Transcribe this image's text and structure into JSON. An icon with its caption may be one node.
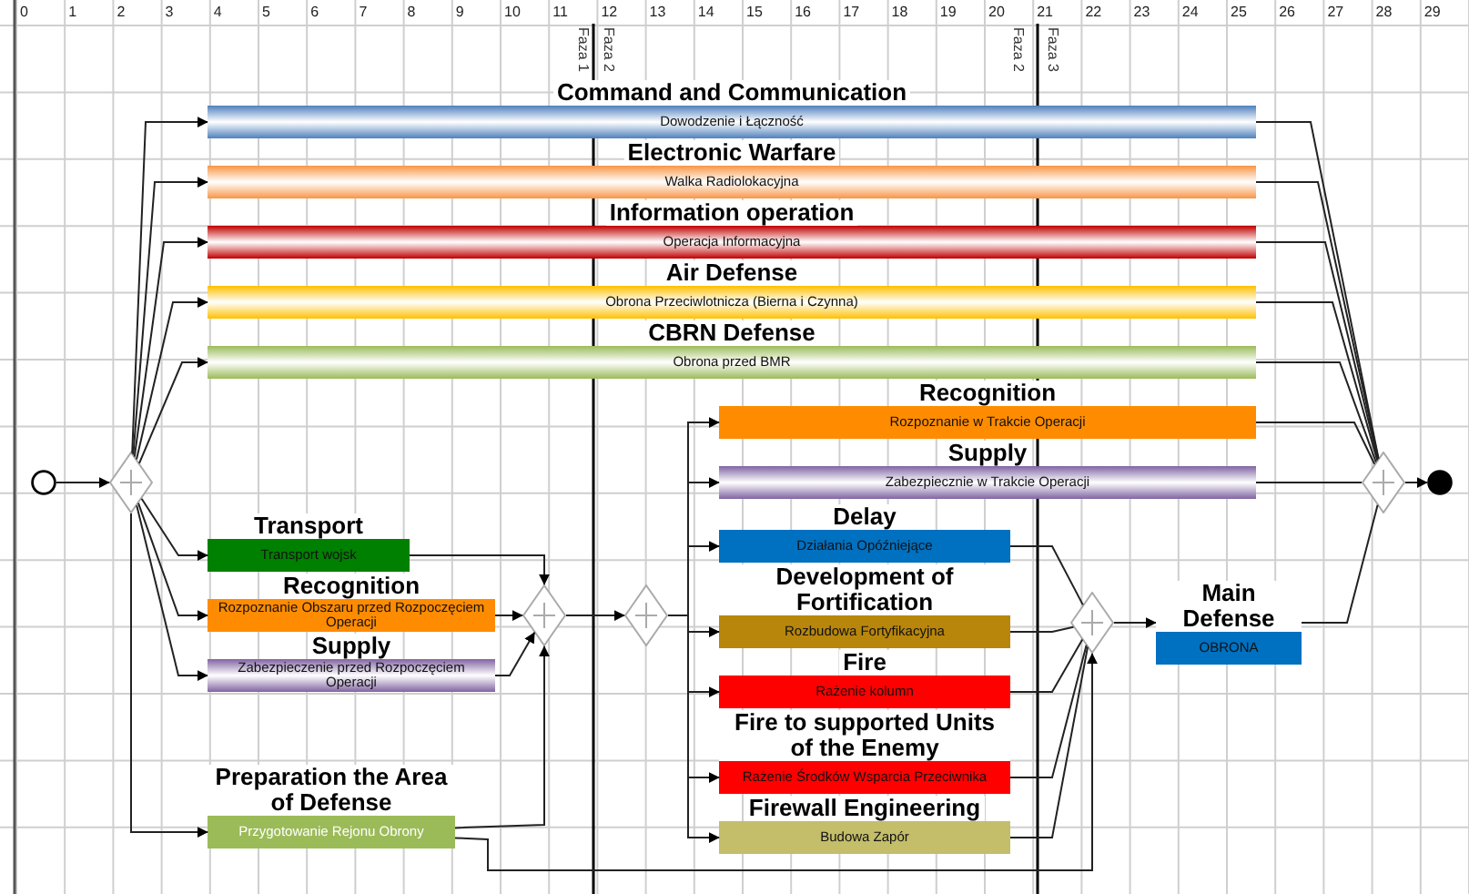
{
  "diagram": {
    "nodes": [
      {
        "text": [],
        "shape": "circle"
      },
      {
        "text": [],
        "shape": "diamond"
      },
      {
        "text": [
          "Command and Communication",
          "Dowodzenie i Łączność"
        ]
      },
      {
        "text": [
          "Electronic Warfare",
          "Walka Radiolokacyjna"
        ]
      },
      {
        "text": [
          "Information operation",
          "Operacja Informacyjna"
        ]
      },
      {
        "text": [
          "Air Defense",
          "Obrona Przeciwlotnicza (Bierna i Czynna)"
        ]
      },
      {
        "text": [
          "CBRN Defense",
          "Obrona przed BMR"
        ]
      },
      {
        "text": [
          "Transport",
          "Transport wojsk"
        ]
      },
      {
        "text": [
          "Recognition",
          "Rozpoznanie Obszaru przed Rozpoczęciem Operacji"
        ]
      },
      {
        "text": [
          "Supply",
          "Zabezpieczenie przed Rozpoczęciem Operacji"
        ]
      },
      {
        "text": [
          "Preparation the Area of Defense",
          "Przygotowanie Rejonu Obrony"
        ]
      },
      {
        "text": [],
        "shape": "diamond"
      },
      {
        "text": [],
        "shape": "diamond"
      },
      {
        "text": [
          "Recognition",
          "Rozpoznanie w Trakcie Operacji"
        ]
      },
      {
        "text": [
          "Supply",
          "Zabezpiecznie w Trakcie Operacji"
        ]
      },
      {
        "text": [
          "Delay",
          "Działania Opóźniejące"
        ]
      },
      {
        "text": [
          "Development of Fortification",
          "Rozbudowa Fortyfikacyjna"
        ]
      },
      {
        "text": [
          "Fire",
          "Rażenie kolumn"
        ]
      },
      {
        "text": [
          "Fire to supported Units of the Enemy",
          "Rażenie Środków Wsparcia Przeciwnika"
        ]
      },
      {
        "text": [
          "Firewall Engineering",
          "Budowa Zapór"
        ]
      },
      {
        "text": [],
        "shape": "diamond"
      },
      {
        "text": [
          "Main Defense",
          "OBRONA"
        ]
      },
      {
        "text": [],
        "shape": "diamond"
      },
      {
        "text": [],
        "shape": "circle"
      }
    ],
    "edges": [
      {
        "from": 0,
        "to": 1,
        "arrow": "to"
      },
      {
        "from": 1,
        "to": 2,
        "arrow": "to"
      },
      {
        "from": 1,
        "to": 3,
        "arrow": "to"
      },
      {
        "from": 1,
        "to": 4,
        "arrow": "to"
      },
      {
        "from": 1,
        "to": 5,
        "arrow": "to"
      },
      {
        "from": 1,
        "to": 6,
        "arrow": "to"
      },
      {
        "from": 1,
        "to": 7,
        "arrow": "to"
      },
      {
        "from": 1,
        "to": 8,
        "arrow": "to"
      },
      {
        "from": 1,
        "to": 9,
        "arrow": "to"
      },
      {
        "from": 1,
        "to": 10,
        "arrow": "to"
      },
      {
        "from": 2,
        "to": 22,
        "arrow": "none"
      },
      {
        "from": 3,
        "to": 22,
        "arrow": "none"
      },
      {
        "from": 4,
        "to": 22,
        "arrow": "none"
      },
      {
        "from": 5,
        "to": 22,
        "arrow": "none"
      },
      {
        "from": 6,
        "to": 22,
        "arrow": "none"
      },
      {
        "from": 13,
        "to": 22,
        "arrow": "none"
      },
      {
        "from": 14,
        "to": 22,
        "arrow": "none"
      },
      {
        "from": 21,
        "to": 22,
        "arrow": "none"
      },
      {
        "from": 22,
        "to": 23,
        "arrow": "to"
      },
      {
        "from": 7,
        "to": 11,
        "arrow": "to"
      },
      {
        "from": 8,
        "to": 11,
        "arrow": "to"
      },
      {
        "from": 9,
        "to": 11,
        "arrow": "to"
      },
      {
        "from": 10,
        "to": 11,
        "arrow": "to"
      },
      {
        "from": 11,
        "to": 12,
        "arrow": "to"
      },
      {
        "from": 12,
        "to": 13,
        "arrow": "to"
      },
      {
        "from": 12,
        "to": 14,
        "arrow": "to"
      },
      {
        "from": 12,
        "to": 15,
        "arrow": "to"
      },
      {
        "from": 12,
        "to": 16,
        "arrow": "to"
      },
      {
        "from": 12,
        "to": 17,
        "arrow": "to"
      },
      {
        "from": 12,
        "to": 18,
        "arrow": "to"
      },
      {
        "from": 12,
        "to": 19,
        "arrow": "to"
      },
      {
        "from": 10,
        "to": 20,
        "arrow": "to"
      },
      {
        "from": 15,
        "to": 20,
        "arrow": "none"
      },
      {
        "from": 16,
        "to": 20,
        "arrow": "none"
      },
      {
        "from": 17,
        "to": 20,
        "arrow": "none"
      },
      {
        "from": 18,
        "to": 20,
        "arrow": "none"
      },
      {
        "from": 19,
        "to": 20,
        "arrow": "none"
      },
      {
        "from": 20,
        "to": 21,
        "arrow": "to"
      }
    ],
    "labels": [
      "0",
      "1",
      "2",
      "3",
      "4",
      "5",
      "6",
      "7",
      "8",
      "9",
      "10",
      "11",
      "Faza 1",
      "Faza 2",
      "12",
      "13",
      "14",
      "15",
      "16",
      "17",
      "18",
      "19",
      "20",
      "21",
      "Faza 2",
      "Faza 3",
      "22",
      "23",
      "24",
      "25",
      "26",
      "27",
      "28",
      "29"
    ]
  }
}
